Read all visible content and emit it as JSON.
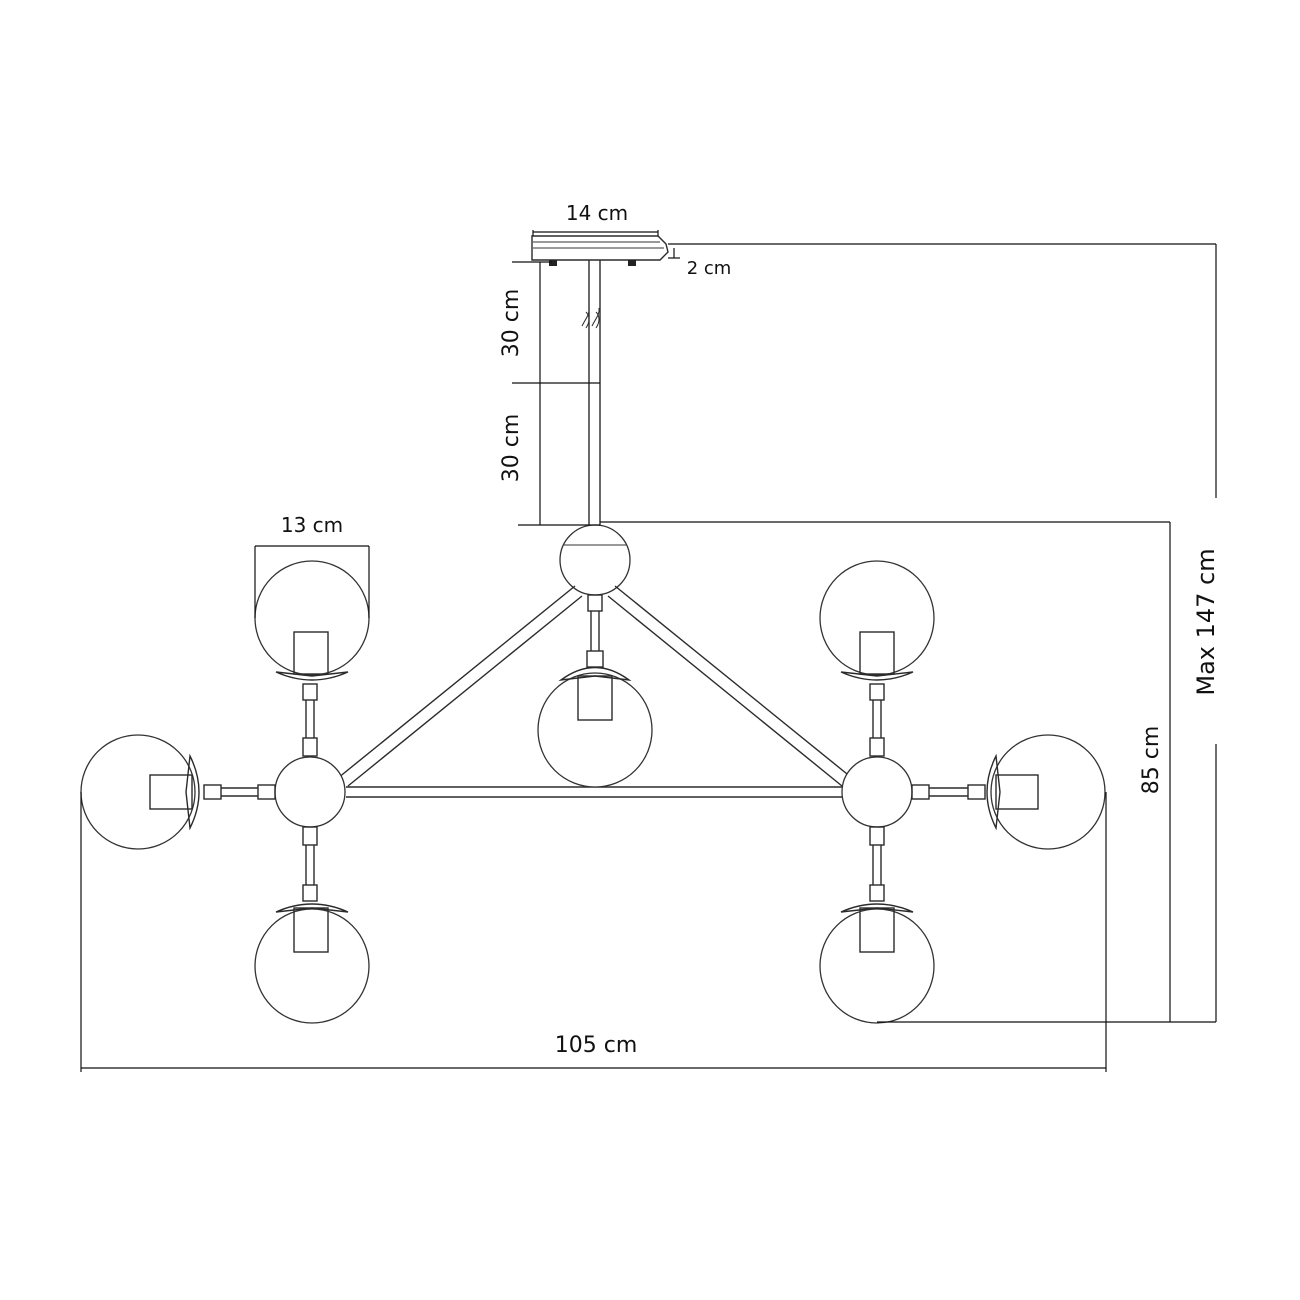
{
  "dimensions": {
    "canopy_width": "14 cm",
    "canopy_height": "2 cm",
    "rod_upper": "30 cm",
    "rod_lower": "30 cm",
    "globe_diameter": "13 cm",
    "body_height": "85 cm",
    "total_height": "Max 147 cm",
    "total_width": "105 cm"
  },
  "colors": {
    "line": "#2b2b2b",
    "background": "#ffffff"
  }
}
